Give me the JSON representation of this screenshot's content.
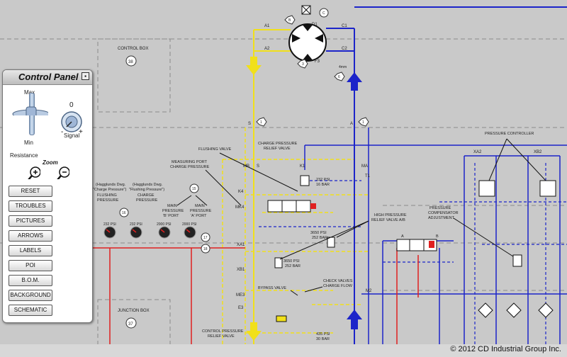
{
  "panel": {
    "title": "Control Panel",
    "max_label": "Max",
    "min_label": "Min",
    "signal_value": "0",
    "signal_label": "Signal",
    "resistance_label": "Resistance",
    "zoom_label": "Zoom",
    "buttons": [
      "RESET",
      "TROUBLES",
      "PICTURES",
      "ARROWS",
      "LABELS",
      "POI",
      "B.O.M.",
      "BACKGROUND",
      "SCHEMATIC"
    ]
  },
  "schematic": {
    "control_box": "CONTROL BOX",
    "control_box_num": "38",
    "junction_box": "JUNCTION BOX",
    "junction_box_num": "37",
    "motor_ports": {
      "a1": "A1",
      "a2": "A2",
      "d1": "D1",
      "c1": "C1",
      "c2": "C2",
      "f3": "F3"
    },
    "motor_tags": {
      "b": "B",
      "c": "C",
      "three": "3",
      "six": "6",
      "one_s": "1",
      "one_a": "1"
    },
    "ports": {
      "s": "S",
      "a": "A",
      "t1": "T1",
      "mb": "MB",
      "s2": "S",
      "k1": "K1",
      "ma": "MA",
      "k4": "K4",
      "mk4": "MK4",
      "xa1": "XA1",
      "xb1": "XB1",
      "me3": "ME3",
      "e3": "E3",
      "m2": "M2",
      "xa2": "XA2",
      "xb2": "XB2"
    },
    "dim_4mm": "4mm",
    "labels": {
      "flushing_valve": "FLUSHING VALVE",
      "charge_relief_1": "CHARGE PRESSURE",
      "charge_relief_2": "RELIEF VALVE",
      "relief_232": "232 PSI",
      "relief_16bar": "16 BAR",
      "measuring_1": "MEASURING PORT",
      "measuring_2": "CHARGE PRESSURE",
      "hagg1_1": "(Hagglunds Dwg.",
      "hagg1_2": "\"Charge Pressure\")",
      "hagg1_3": "FLUSHING",
      "hagg1_4": "PRESSURE",
      "hagg2_1": "(Hagglunds Dwg.",
      "hagg2_2": "\"Flushing Pressure\")",
      "hagg2_3": "CHARGE",
      "hagg2_4": "PRESSURE",
      "main_b_1": "MAIN",
      "main_b_2": "PRESSURE",
      "main_b_3": "'B' PORT",
      "main_a_1": "MAIN",
      "main_a_2": "PRESSURE",
      "main_a_3": "'A' PORT",
      "g1": "232 PSI",
      "g2": "232 PSI",
      "g3": "2000 PSI",
      "g4": "2000 PSI",
      "tag16": "16",
      "tag15": "15",
      "tag17": "17",
      "tag18": "18",
      "high_1": "HIGH PRESSURE",
      "high_2": "RELIEF VALVE A/B",
      "hp_psi": "3650 PSI",
      "hp_bar": "252 BAR",
      "hp2_psi": "3650 PSI",
      "hp2_bar": "252 BAR",
      "bypass": "BYPASS VALVE",
      "check_1": "CHECK VALVES",
      "check_2": "CHARGE FLOW",
      "ctrl_relief_1": "CONTROL PRESSURE",
      "ctrl_relief_2": "RELIEF VALVE",
      "cr_psi": "435 PSI",
      "cr_bar": "30 BAR",
      "pressure_controller": "PRESSURE CONTROLLER",
      "comp_1": "PRESSURE",
      "comp_2": "COMPENSATOR",
      "comp_3": "ADJUSTMENT",
      "port_a": "A",
      "port_b": "B"
    }
  },
  "footer": {
    "copyright": "© 2012 CD Industrial Group Inc."
  }
}
